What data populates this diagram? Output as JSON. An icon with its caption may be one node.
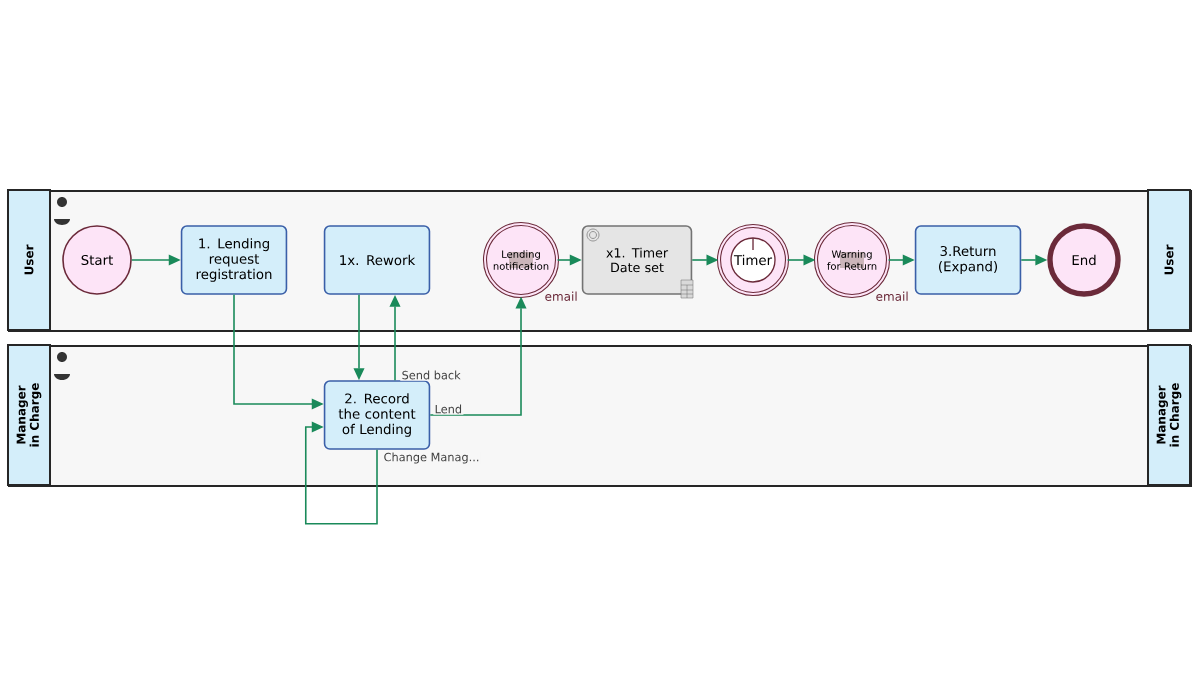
{
  "diagram": {
    "nodes": [
      {
        "text": [
          "User",
          "User"
        ]
      },
      {
        "text": [
          "Start"
        ],
        "in": 0
      },
      {
        "text": [
          "1. Lending request registration"
        ],
        "in": 0
      },
      {
        "text": [
          "1x. Rework"
        ],
        "in": 0
      },
      {
        "text": [
          "Lending notification"
        ],
        "beside": [
          "email"
        ],
        "in": 0
      },
      {
        "text": [
          "x1. Timer Date set"
        ],
        "in": 0
      },
      {
        "text": [
          "Timer"
        ],
        "in": 0
      },
      {
        "text": [
          "Warning for Return"
        ],
        "beside": [
          "email"
        ],
        "in": 0
      },
      {
        "text": [
          "3.Return (Expand)"
        ],
        "in": 0
      },
      {
        "text": [
          "End"
        ],
        "in": 0
      },
      {
        "text": [
          "Manager in Charge",
          "Manager in Charge"
        ]
      },
      {
        "text": [
          "2. Record the content of Lending"
        ],
        "in": 10
      }
    ],
    "edges": [
      {
        "from": 1,
        "to": 2,
        "arrow": "to"
      },
      {
        "from": 2,
        "to": 11,
        "arrow": "to"
      },
      {
        "from": 3,
        "to": 11,
        "arrow": "to"
      },
      {
        "from": 11,
        "to": 3,
        "arrow": "to",
        "label": "Send back"
      },
      {
        "from": 11,
        "to": 4,
        "arrow": "to",
        "label": "Lend"
      },
      {
        "from": 4,
        "to": 5,
        "arrow": "to"
      },
      {
        "from": 5,
        "to": 6,
        "arrow": "to"
      },
      {
        "from": 6,
        "to": 7,
        "arrow": "to"
      },
      {
        "from": 7,
        "to": 8,
        "arrow": "to"
      },
      {
        "from": 8,
        "to": 9,
        "arrow": "to"
      },
      {
        "from": 11,
        "to": 11,
        "arrow": "to",
        "label": "Change Manag..."
      }
    ]
  }
}
